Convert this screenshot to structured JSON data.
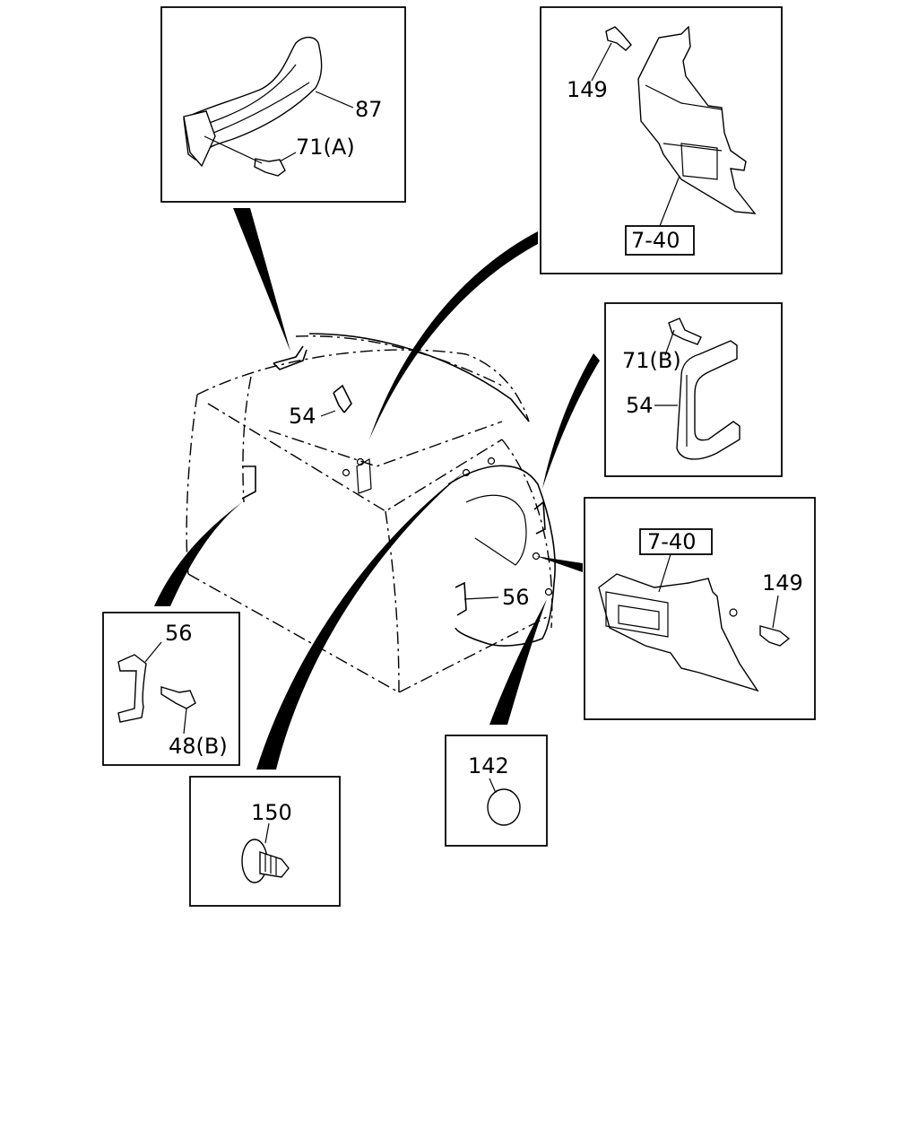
{
  "diagram": {
    "callouts": {
      "grab_handle_87": "87",
      "bolt_71a": "71(A)",
      "screw_149_top": "149",
      "ref_7_40_top": "7-40",
      "bolt_71b": "71(B)",
      "handle_54_detail": "54",
      "handle_54_main": "54",
      "handle_56_main": "56",
      "ref_7_40_right": "7-40",
      "screw_149_right": "149",
      "handle_56_detail": "56",
      "bolt_48b": "48(B)",
      "cap_142": "142",
      "clip_150": "150"
    }
  }
}
